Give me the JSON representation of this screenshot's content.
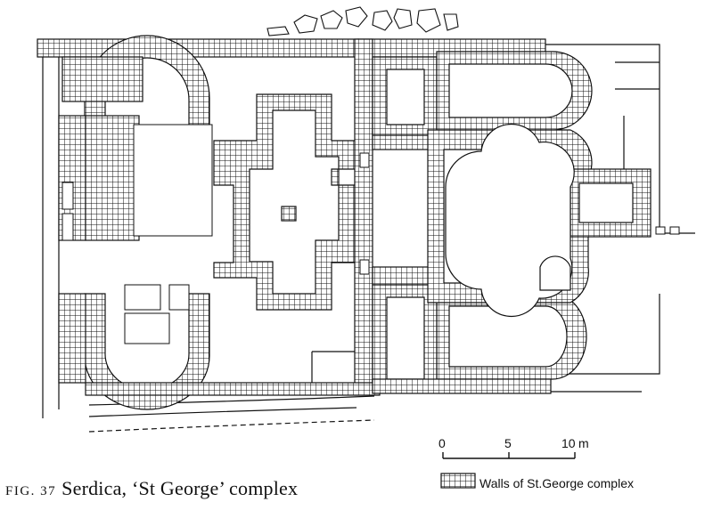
{
  "figure": {
    "number_label": "FIG. 37",
    "caption": "Serdica, ‘St George’ complex"
  },
  "scale": {
    "tick_labels": [
      "0",
      "5",
      "10"
    ],
    "unit": "m"
  },
  "legend": {
    "label": "Walls of St.George complex"
  },
  "colors": {
    "ink": "#111111",
    "paper": "#ffffff"
  }
}
